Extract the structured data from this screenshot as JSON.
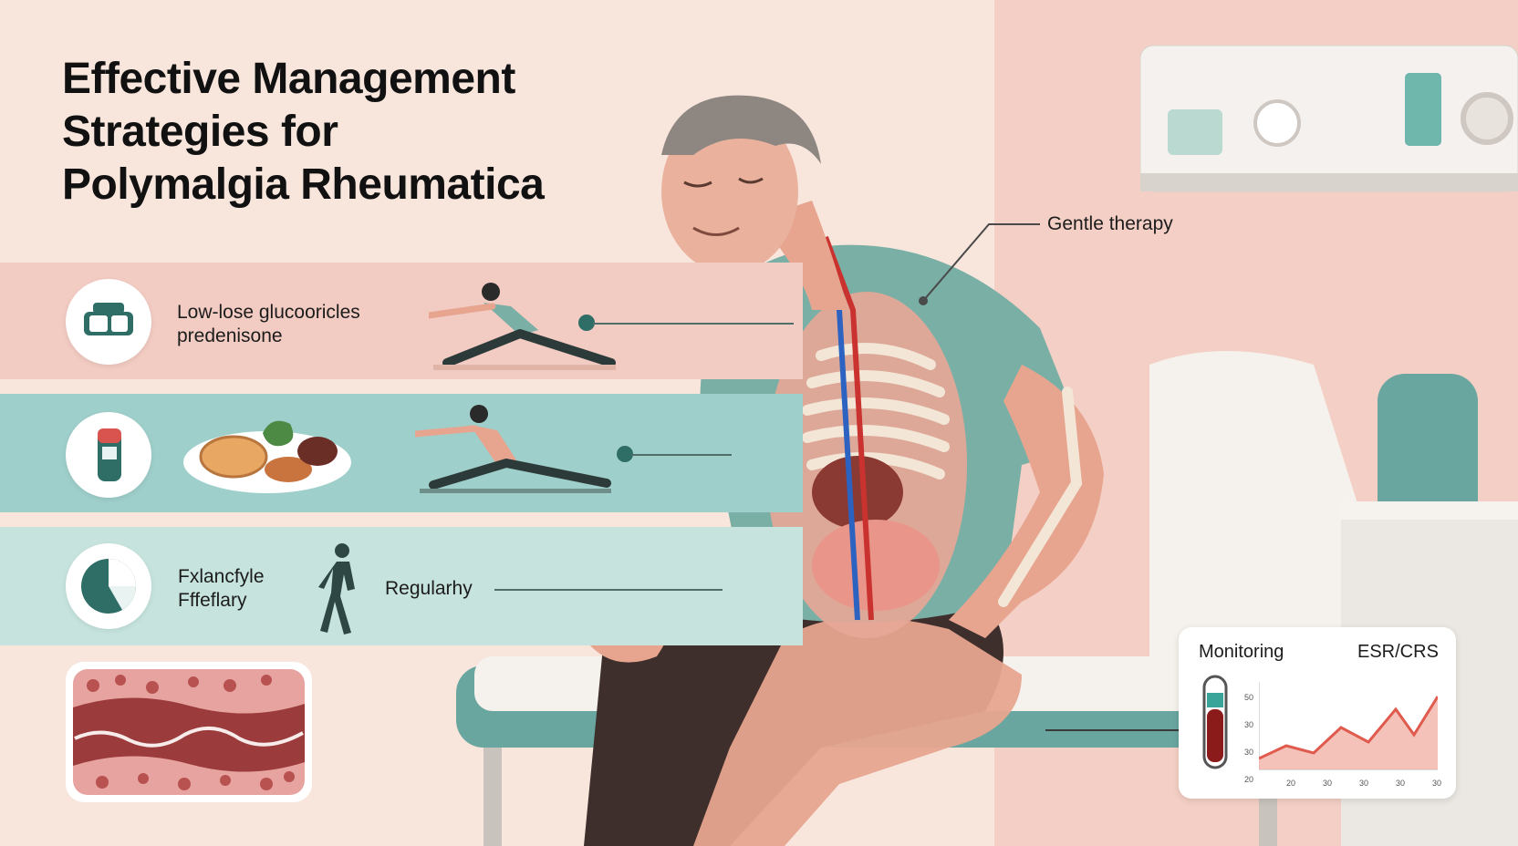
{
  "title": {
    "line1": "Effective Management",
    "line2": "Strategies for",
    "line3": "Polymalgia Rheumatica"
  },
  "strategies": [
    {
      "line1": "Low-lose glucooricles",
      "line2": "predenisone",
      "icon": "pill-box-icon"
    },
    {
      "icon": "vial-icon"
    },
    {
      "line1": "Fxlancfyle",
      "line2": "Fffeflary",
      "icon": "pie-chart-icon",
      "caption": "Regularhy"
    }
  ],
  "callout_therapy": "Gentle therapy",
  "monitoring": {
    "label": "Monitoring",
    "metric": "ESR/CRS",
    "ticks_y": [
      "50",
      "30",
      "30",
      "20"
    ],
    "ticks_x": [
      "20",
      "30",
      "30",
      "30",
      "30"
    ]
  },
  "colors": {
    "teal": "#2e6e66",
    "accent_red": "#d9534f"
  }
}
